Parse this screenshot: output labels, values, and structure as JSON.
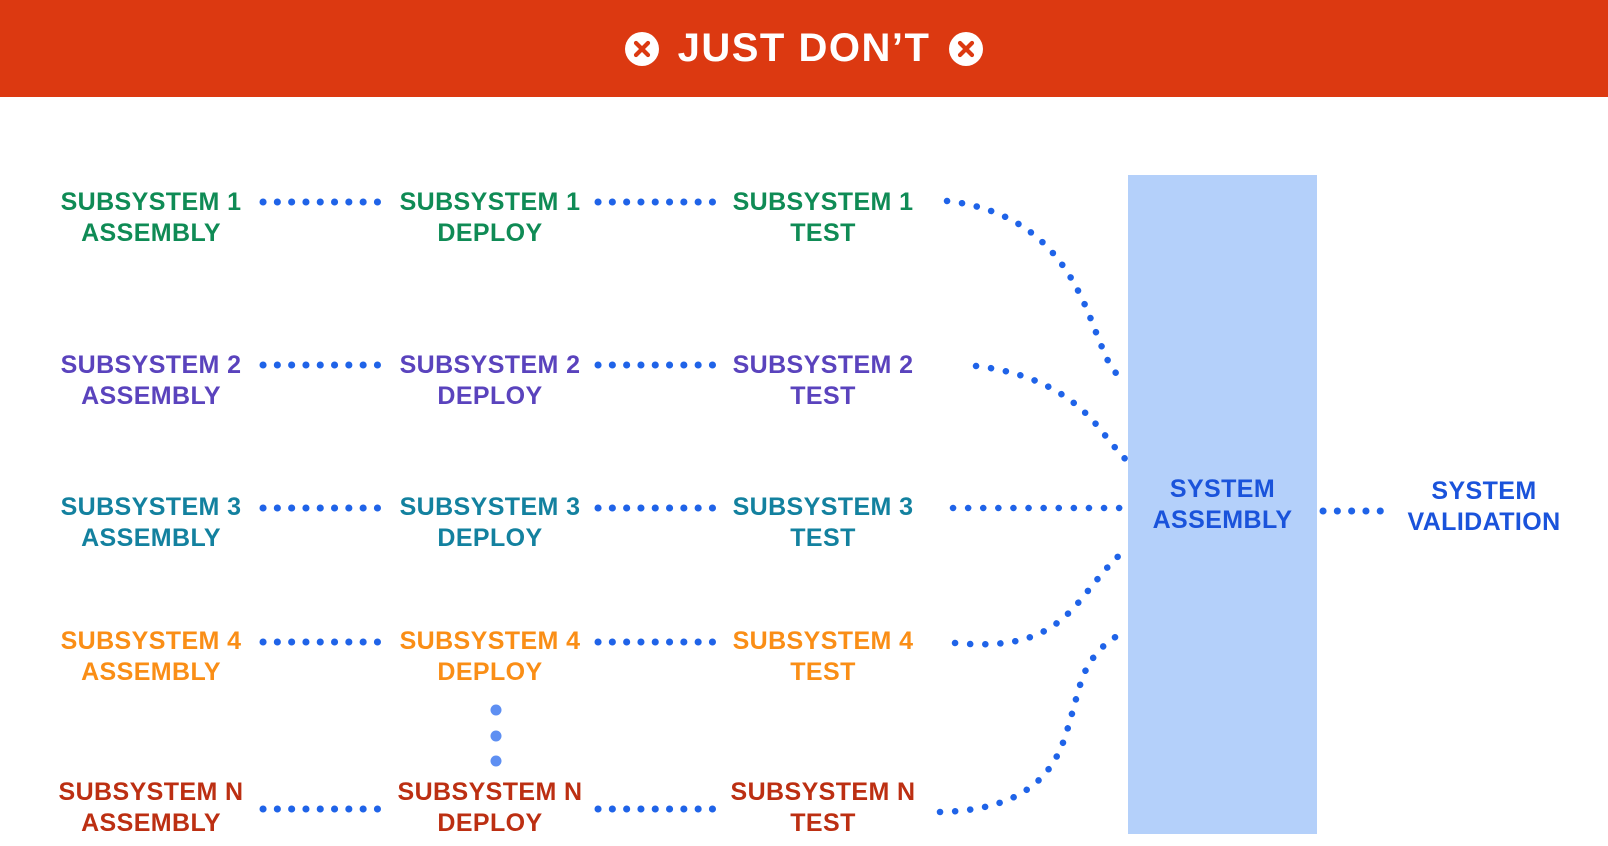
{
  "banner": {
    "title": "JUST DON’T",
    "left_icon": "circle-x",
    "right_icon": "circle-x"
  },
  "rows": [
    {
      "name": "SUBSYSTEM 1",
      "color": "#0F8B55",
      "stages": [
        "ASSEMBLY",
        "DEPLOY",
        "TEST"
      ]
    },
    {
      "name": "SUBSYSTEM 2",
      "color": "#5A43BD",
      "stages": [
        "ASSEMBLY",
        "DEPLOY",
        "TEST"
      ]
    },
    {
      "name": "SUBSYSTEM 3",
      "color": "#13819F",
      "stages": [
        "ASSEMBLY",
        "DEPLOY",
        "TEST"
      ]
    },
    {
      "name": "SUBSYSTEM 4",
      "color": "#FA8E16",
      "stages": [
        "ASSEMBLY",
        "DEPLOY",
        "TEST"
      ]
    },
    {
      "name": "SUBSYSTEM N",
      "color": "#BC2F12",
      "stages": [
        "ASSEMBLY",
        "DEPLOY",
        "TEST"
      ]
    }
  ],
  "system_assembly": {
    "line1": "SYSTEM",
    "line2": "ASSEMBLY"
  },
  "system_validation": {
    "line1": "SYSTEM",
    "line2": "VALIDATION"
  },
  "colors": {
    "banner_bg": "#DC3911",
    "banner_text": "#FFFFFF",
    "connector": "#1F63E8",
    "ellipsis_dots": "#5E8FF2",
    "assembly_box_fill": "#B4D0FA",
    "system_text": "#1A53DB"
  }
}
